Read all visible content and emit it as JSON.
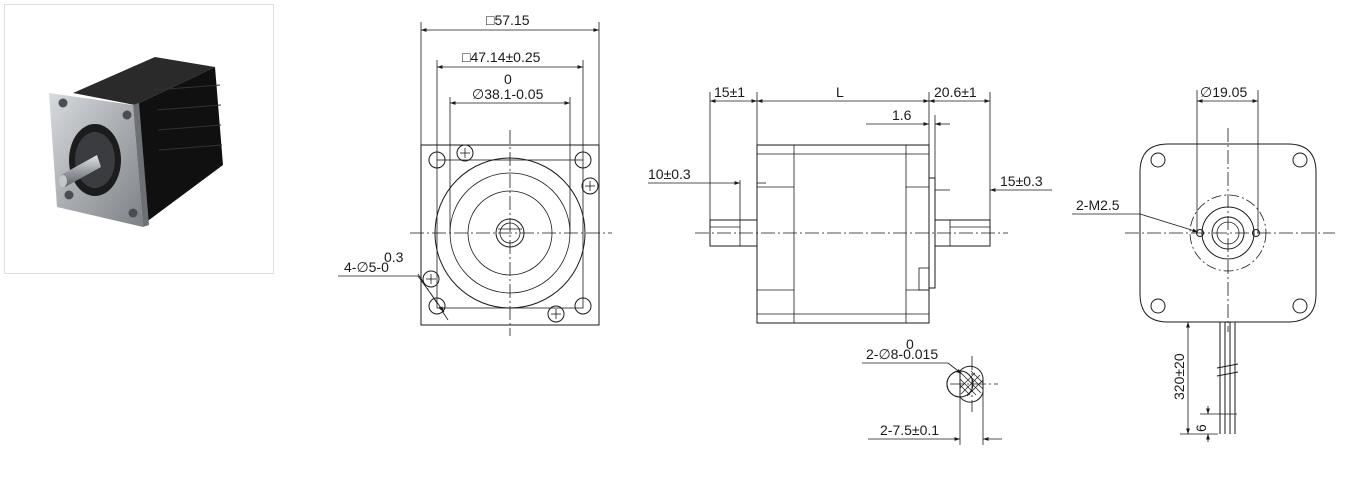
{
  "dimensions": {
    "frame_square": "□57.15",
    "hole_pitch": "□47.14±0.25",
    "pilot_tol_top": "0",
    "pilot_dia": "∅38.1-0.05",
    "mount_hole_tol": "0.3",
    "mount_hole": "4-∅5-0",
    "shaft_front_len": "15±1",
    "body_len": "L",
    "shaft_rear_total": "20.6±1",
    "flange_step": "1.6",
    "flat_front": "10±0.3",
    "flat_rear": "15±0.3",
    "shaft_section_tol": "0",
    "shaft_section_dia": "2-∅8-0.015",
    "flat_depth": "2-7.5±0.1",
    "boss_dia": "∅19.05",
    "thread": "2-M2.5",
    "lead_length": "320±20",
    "lead_strip": "6"
  },
  "colors": {
    "line": "#1a1a1a",
    "frame_border": "#dedede",
    "motor_body": "#151515",
    "flange_metal": "#b8bcc0"
  }
}
